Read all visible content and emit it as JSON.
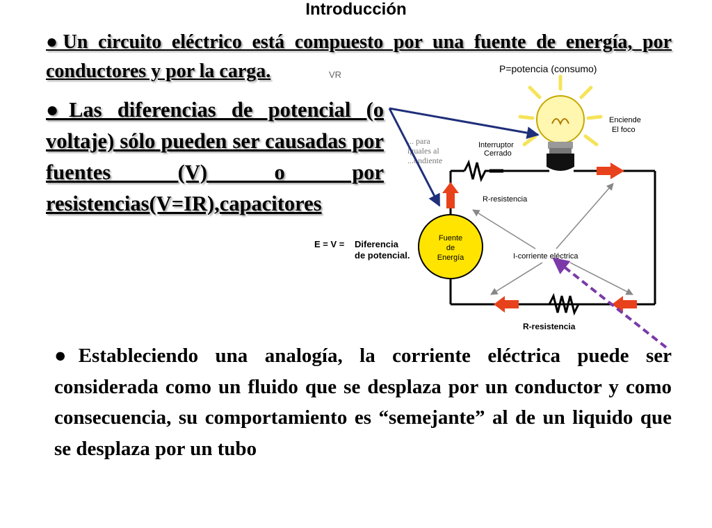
{
  "title": "Introducción",
  "paragraphs": {
    "p1": "●Un circuito eléctrico está compuesto por una fuente de energía, por conductores y por la carga.",
    "p2": "●Las diferencias de potencial (o voltaje) sólo pueden ser causadas por fuentes (V) o por resistencias(V=IR),capacitores",
    "p3": "●Estableciendo una analogía, la corriente eléctrica puede ser considerada como un fluido que se desplaza por un conductor y como consecuencia, su comportamiento es “semejante” al de un liquido que se desplaza por un tubo"
  },
  "diagram": {
    "label_potencia": "P=potencia (consumo)",
    "label_enciende": "Enciende",
    "label_foco": "El foco",
    "label_interruptor": "Interruptor",
    "label_cerrado": "Cerrado",
    "label_r_top": "R-resistencia",
    "label_r_bottom": "R-resistencia",
    "label_corriente": "I-corriente eléctrica",
    "source_line1": "Fuente",
    "source_line2": "de",
    "source_line3": "Energía",
    "ev_label": "E = V =",
    "diff_line1": "Diferencia",
    "diff_line2": "de potencial.",
    "vr_label": "VR",
    "faint_line1": "... para",
    "faint_line2": "iguales al",
    "faint_line3": "...ondiente"
  },
  "colors": {
    "wire": "#000000",
    "arrow_red": "#e8421c",
    "source_fill": "#ffe400",
    "blue_arrow": "#1f2f7a",
    "purple_arrow": "#7b3aa8",
    "bulb_glow": "#f5e45a"
  }
}
